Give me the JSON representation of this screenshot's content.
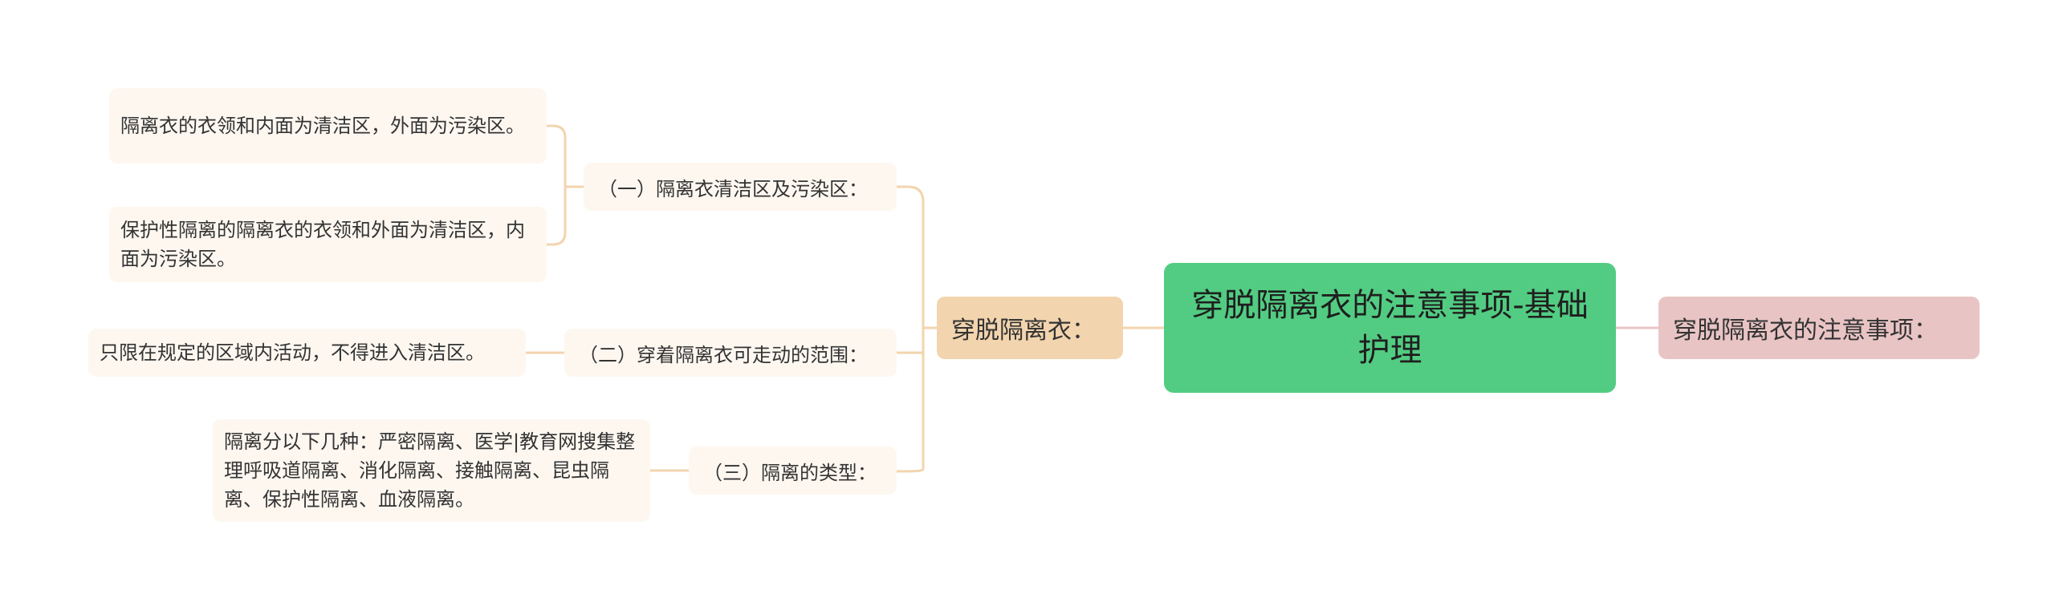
{
  "root": {
    "text": "穿脱隔离衣的注意事项-基础护理"
  },
  "right_branch": {
    "text": "穿脱隔离衣的注意事项："
  },
  "left_branch": {
    "text": "穿脱隔离衣：",
    "subtopics": [
      {
        "text": "（一）隔离衣清洁区及污染区：",
        "leaves": [
          "隔离衣的衣领和内面为清洁区，外面为污染区。",
          "保护性隔离的隔离衣的衣领和外面为清洁区，内面为污染区。"
        ]
      },
      {
        "text": "（二）穿着隔离衣可走动的范围：",
        "leaves": [
          "只限在规定的区域内活动，不得进入清洁区。"
        ]
      },
      {
        "text": "（三）隔离的类型：",
        "leaves": [
          "隔离分以下几种：严密隔离、医学|教育网搜集整理呼吸道隔离、消化隔离、接触隔离、昆虫隔离、保护性隔离、血液隔离。"
        ]
      }
    ]
  },
  "colors": {
    "root_fill": "#52cc82",
    "right_branch_fill": "#e9c4c4",
    "left_branch_fill": "#f2d4ae",
    "leaf_fill": "#fdf7f0",
    "connector_left": "#f2d4ae",
    "connector_right": "#e9c4c4"
  }
}
